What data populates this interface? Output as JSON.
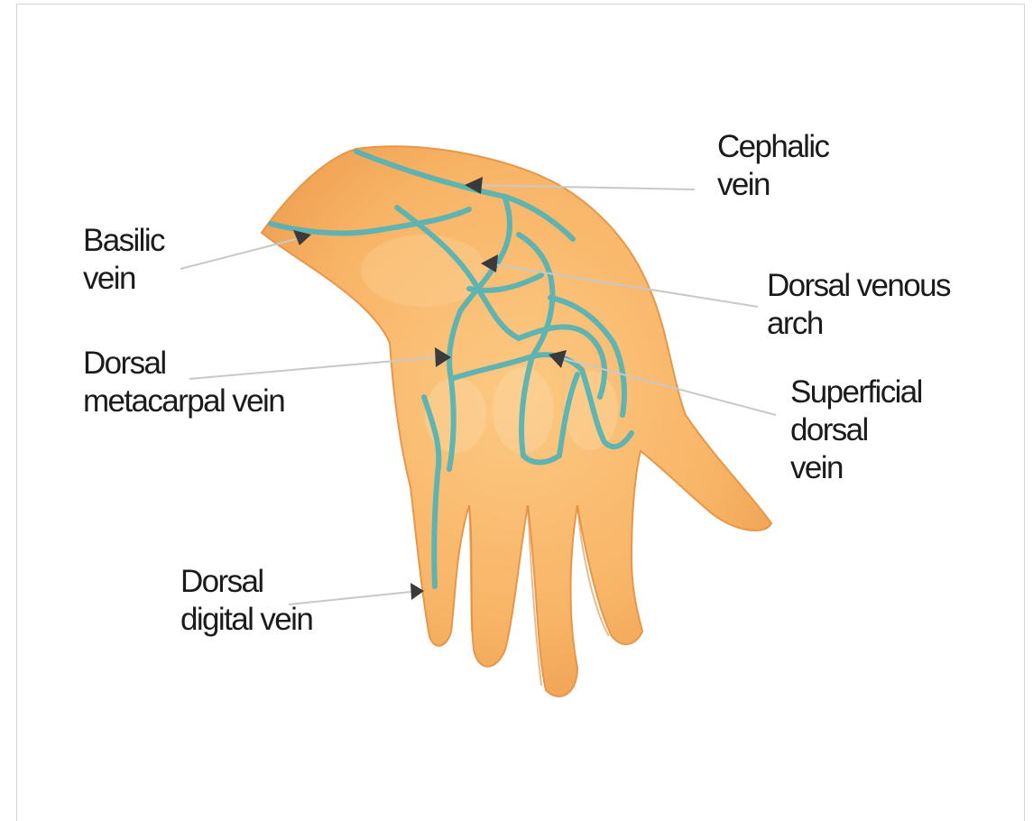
{
  "labels": {
    "cephalic_vein": [
      "Cephalic",
      "vein"
    ],
    "basilic_vein": [
      "Basilic",
      "vein"
    ],
    "dorsal_venous_arch": [
      "Dorsal venous",
      "arch"
    ],
    "dorsal_metacarpal_vein": [
      "Dorsal",
      "metacarpal vein"
    ],
    "superficial_dorsal_vein": [
      "Superficial",
      "dorsal",
      "vein"
    ],
    "dorsal_digital_vein": [
      "Dorsal",
      "digital vein"
    ]
  },
  "colors": {
    "skin": "#f9b86a",
    "skin_shadow": "#e89a4c",
    "skin_highlight": "#fcd49a",
    "vein": "#4fb3b8",
    "leader_line": "#c8c8c8",
    "arrowhead": "#3a3a3a",
    "text": "#1b1b1b"
  }
}
